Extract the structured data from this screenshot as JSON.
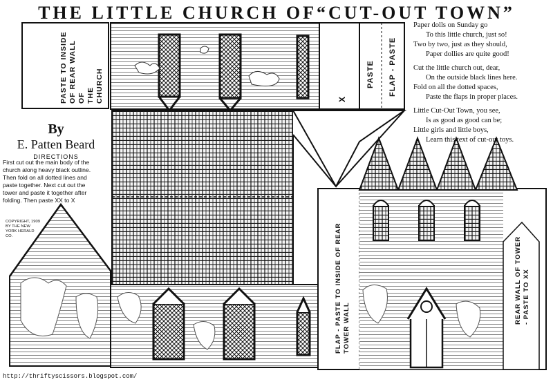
{
  "title": "THE LITTLE CHURCH OF“CUT-OUT TOWN”",
  "paste_rear_wall": "PASTE TO INSIDE OF REAR WALL OF THE CHURCH",
  "paste_rear_wall_lines": [
    "PASTE TO INSIDE",
    "OF REAR WALL",
    "OF",
    "THE",
    "CHURCH"
  ],
  "paste_label": "PASTE",
  "flap_paste_label": "FLAP - PASTE",
  "x_mark": "X",
  "byline": {
    "by": "By",
    "name": "E. Patten Beard",
    "directions_heading": "DIRECTIONS"
  },
  "directions_lines": [
    "First cut out the main body of the",
    "church along heavy black outline.",
    "Then fold on all dotted lines and",
    "paste together.  Next cut out the",
    "tower and paste it together after",
    "folding.  Then paste XX to X"
  ],
  "copyright_lines": [
    "COPYRIGHT, 1909",
    "BY THE NEW",
    "YORK HERALD",
    "CO."
  ],
  "poem": [
    {
      "text": "Paper dolls on Sunday go",
      "indent": false
    },
    {
      "text": "To this little church, just so!",
      "indent": true
    },
    {
      "text": "Two by two, just as they should,",
      "indent": false
    },
    {
      "text": "Paper dollies are quite good!",
      "indent": true
    },
    {
      "text": "",
      "gap": true
    },
    {
      "text": "Cut the little church out, dear,",
      "indent": false
    },
    {
      "text": "On the outside black lines here.",
      "indent": true
    },
    {
      "text": "Fold on all the dotted spaces,",
      "indent": false
    },
    {
      "text": "Paste the flaps in proper places.",
      "indent": true
    },
    {
      "text": "",
      "gap": true
    },
    {
      "text": "Little Cut-Out Town, you see,",
      "indent": false
    },
    {
      "text": "Is as good as good can be;",
      "indent": true
    },
    {
      "text": "Little girls and little boys,",
      "indent": false
    },
    {
      "text": "Learn this text of cut-out toys.",
      "indent": true
    }
  ],
  "flap_tower_lines": [
    "FLAP - PASTE TO INSIDE OF REAR",
    "TOWER WALL"
  ],
  "rear_wall_tower_lines": [
    "REAR WALL OF TOWER",
    "- PASTE TO XX"
  ],
  "footer": "http://thriftyscissors.blogspot.com/"
}
